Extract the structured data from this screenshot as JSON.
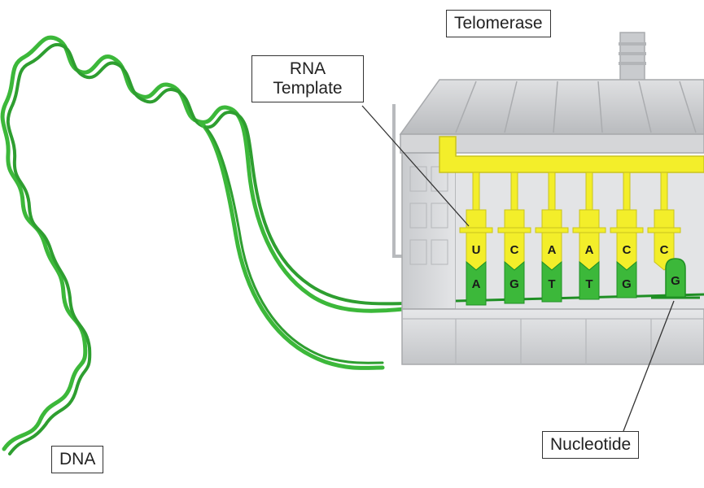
{
  "labels": {
    "telomerase": "Telomerase",
    "rna_template_line1": "RNA",
    "rna_template_line2": "Template",
    "nucleotide": "Nucleotide",
    "dna": "DNA"
  },
  "template_bases": [
    "U",
    "C",
    "A",
    "A",
    "C",
    "C"
  ],
  "dna_bases": [
    "A",
    "G",
    "T",
    "T",
    "G",
    "G"
  ],
  "colors": {
    "dna_green": "#3cb83a",
    "dna_green_dark": "#1f8f24",
    "template_yellow": "#f3ee2a",
    "machine_gray": "#cfd1d3"
  }
}
